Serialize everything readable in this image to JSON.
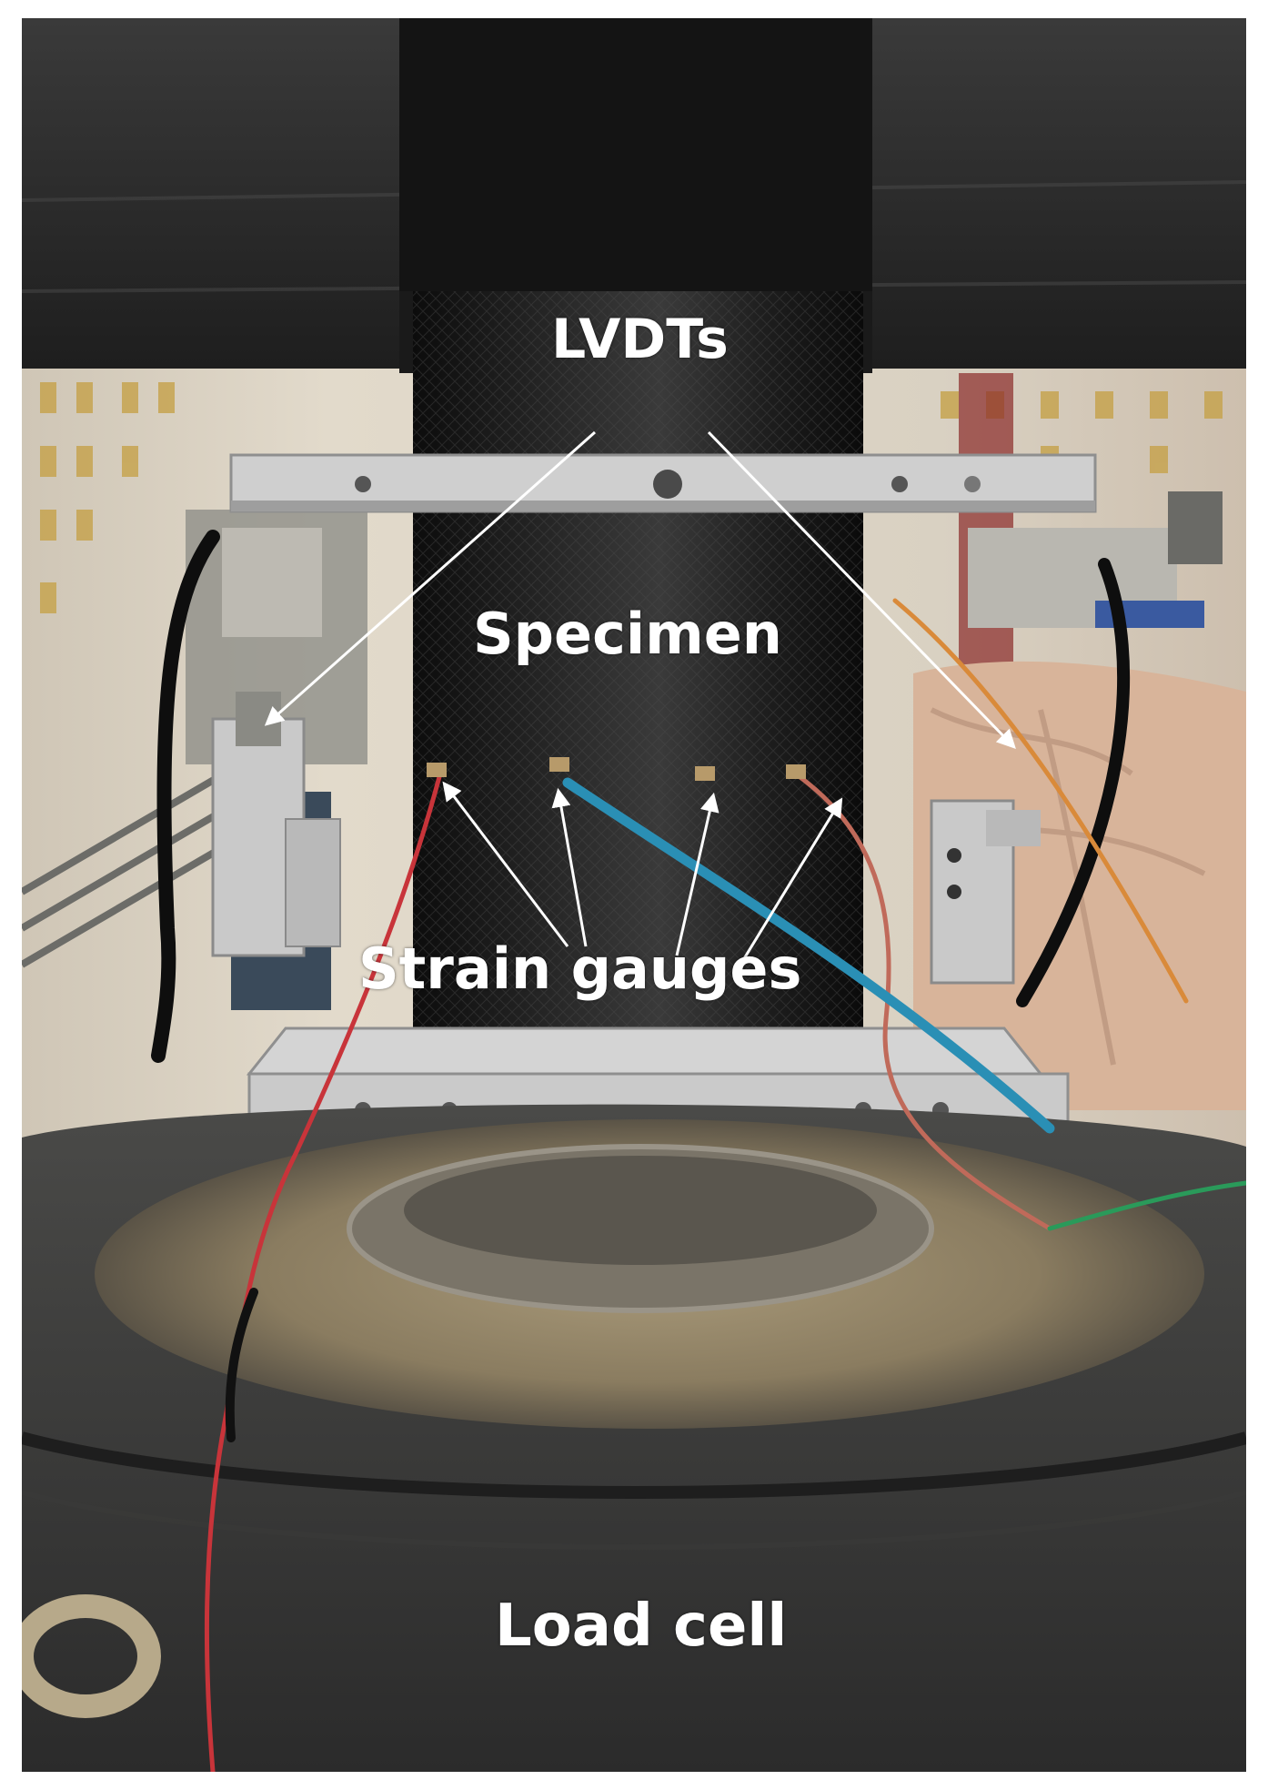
{
  "labels": {
    "lvdts": "LVDTs",
    "specimen": "Specimen",
    "strain_gauges": "Strain gauges",
    "load_cell": "Load cell"
  },
  "colors": {
    "specimen_black": "#151515",
    "platen_dark": "#2a2a2a",
    "aluminum_frame": "#c9c9c9",
    "red_wire": "#c8343a",
    "blue_wire": "#2a8fb5",
    "orange_wire": "#d98a3a",
    "cloth": "#d8b49a",
    "sand": "#9a8a6a",
    "annotation_white": "#ffffff"
  }
}
